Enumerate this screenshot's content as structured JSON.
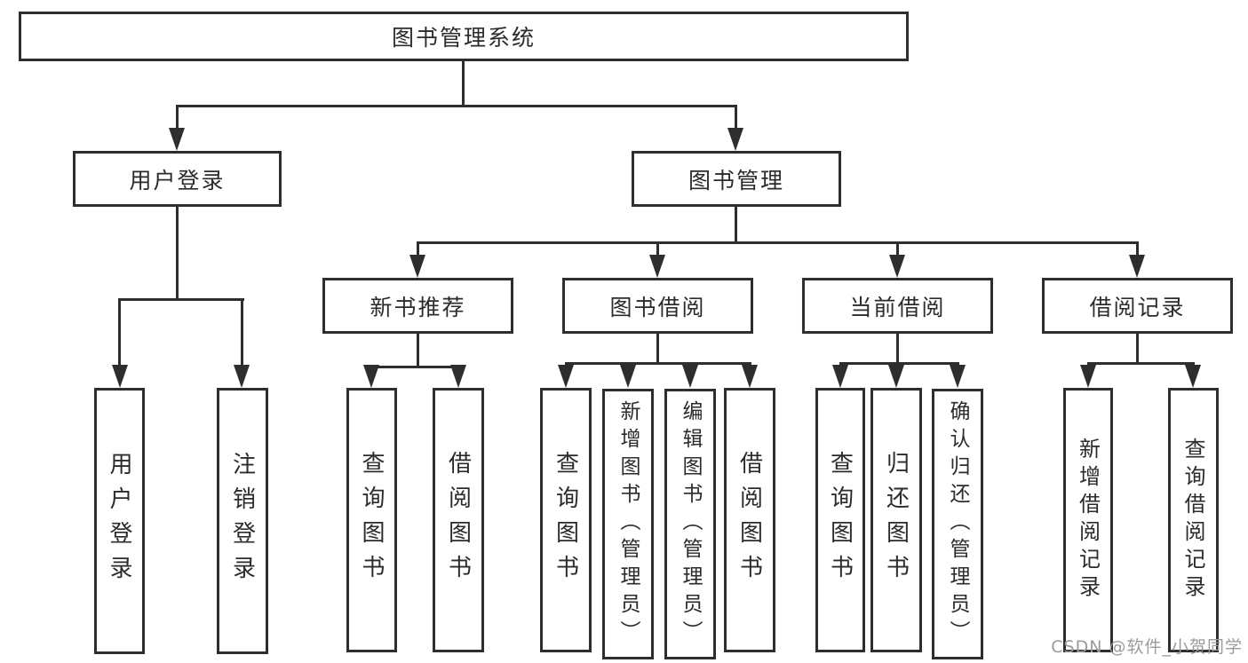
{
  "diagram": {
    "title": "图书管理系统",
    "watermark": "CSDN @软件_小贺同学",
    "colors": {
      "line": "#2e2e2e",
      "box_border": "#2e2e2e",
      "text": "#2b2b2b",
      "background": "#ffffff",
      "watermark": "#9b9b9b"
    },
    "nodes": {
      "root": "图书管理系统",
      "user_login": "用户登录",
      "book_mgmt": "图书管理",
      "login": "用户登录",
      "logout": "注销登录",
      "new_books": "新书推荐",
      "book_borrow": "图书借阅",
      "current_borrow": "当前借阅",
      "borrow_records": "借阅记录",
      "nb_query_books": "查询图书",
      "nb_borrow_books": "借阅图书",
      "bb_query_books": "查询图书",
      "bb_add_books": "新增图书（管理员）",
      "bb_edit_books": "编辑图书（管理员）",
      "bb_borrow_books": "借阅图书",
      "cb_query_books": "查询图书",
      "cb_return_books": "归还图书",
      "cb_confirm_return": "确认归还（管理员）",
      "br_add_record": "新增借阅记录",
      "br_query_record": "查询借阅记录"
    },
    "tree": {
      "root": [
        "user_login",
        "book_mgmt"
      ],
      "user_login": [
        "login",
        "logout"
      ],
      "book_mgmt": [
        "new_books",
        "book_borrow",
        "current_borrow",
        "borrow_records"
      ],
      "new_books": [
        "nb_query_books",
        "nb_borrow_books"
      ],
      "book_borrow": [
        "bb_query_books",
        "bb_add_books",
        "bb_edit_books",
        "bb_borrow_books"
      ],
      "current_borrow": [
        "cb_query_books",
        "cb_return_books",
        "cb_confirm_return"
      ],
      "borrow_records": [
        "br_add_record",
        "br_query_record"
      ]
    }
  }
}
